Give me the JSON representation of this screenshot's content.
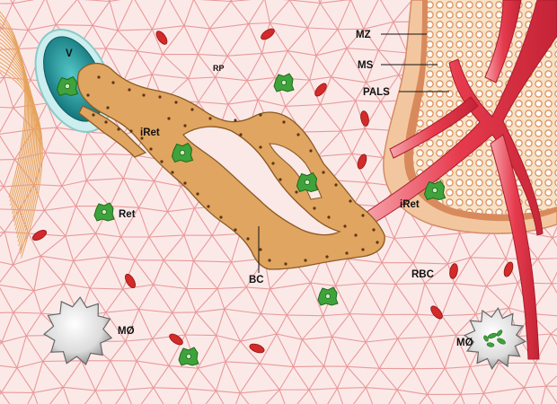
{
  "labels": {
    "v": "V",
    "rp": "RP",
    "mz": "MZ",
    "ms": "MS",
    "pals": "PALS",
    "iret_left": "iRet",
    "iret_right": "iRet",
    "ret": "Ret",
    "bc": "BC",
    "rbc": "RBC",
    "mo_left": "MØ",
    "mo_right": "MØ"
  },
  "colors": {
    "background": "#fbe9e8",
    "cell_border": "#e89a9a",
    "red_blood_cell": "#d42a2a",
    "reticulocyte": "#3fa33b",
    "bridging_channel": "#e0a560",
    "venule": "#1f9a9a",
    "trabecular_fiber": "#e6a35a",
    "arteriole": "#e53b4c",
    "marginal_zone": "#f2c79f",
    "macrophage": "#e4e4e4"
  },
  "icons": {
    "reticulocyte": "green-cell-icon",
    "red_blood_cell": "red-oval-icon",
    "macrophage": "spiky-cell-icon"
  }
}
